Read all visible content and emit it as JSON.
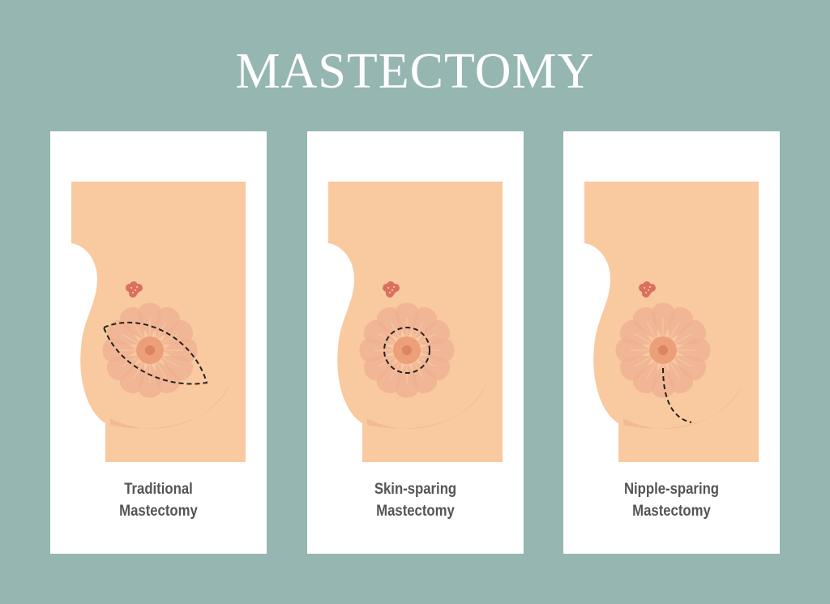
{
  "title": "MASTECTOMY",
  "colors": {
    "background": "#95b6b1",
    "skin": "#f9c9a0",
    "petal": "#eeaf92",
    "areola": "#ec9f78",
    "nipple": "#dc8560",
    "tumor": "#d9705f",
    "incision": "#222222"
  },
  "panels": [
    {
      "label_line1": "Traditional",
      "label_line2": "Mastectomy",
      "incision": "ellipse"
    },
    {
      "label_line1": "Skin-sparing",
      "label_line2": "Mastectomy",
      "incision": "circle"
    },
    {
      "label_line1": "Nipple-sparing",
      "label_line2": "Mastectomy",
      "incision": "line"
    }
  ]
}
